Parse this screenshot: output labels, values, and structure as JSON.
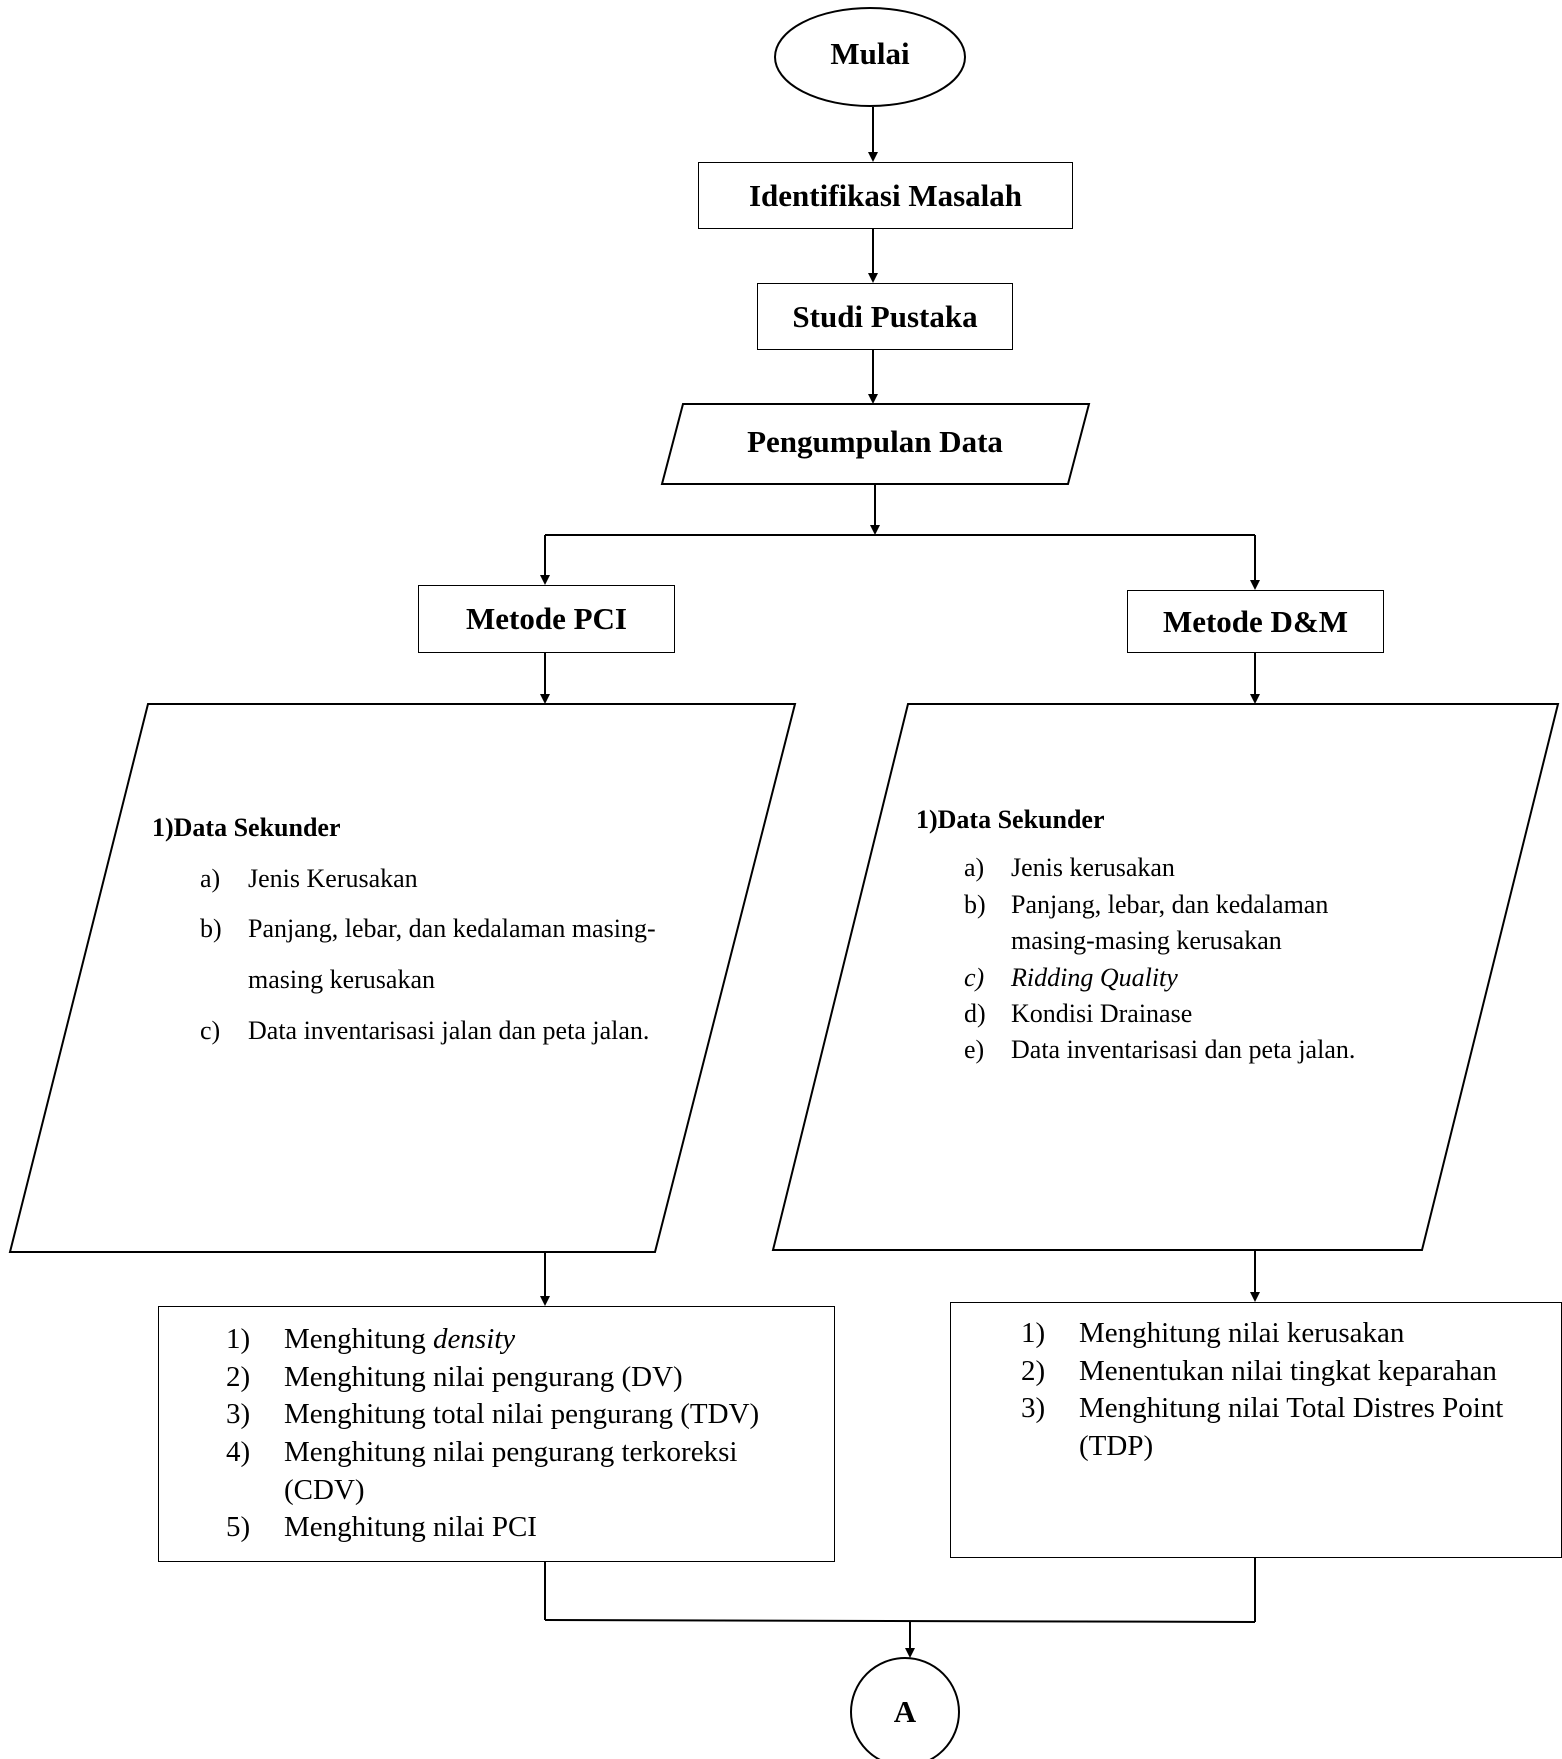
{
  "start": "Mulai",
  "steps": {
    "identify": "Identifikasi Masalah",
    "literature": "Studi Pustaka",
    "collect": "Pengumpulan Data"
  },
  "left": {
    "method": "Metode PCI",
    "data_heading": "1)Data Sekunder",
    "data_items": [
      {
        "marker": "a)",
        "text": "Jenis Kerusakan"
      },
      {
        "marker": "b)",
        "text": "Panjang, lebar, dan kedalaman masing-masing kerusakan"
      },
      {
        "marker": "c)",
        "text": "Data inventarisasi jalan dan peta jalan."
      }
    ],
    "steps": [
      {
        "marker": "1)",
        "text": "Menghitung ",
        "em": "density"
      },
      {
        "marker": "2)",
        "text": "Menghitung nilai pengurang (DV)"
      },
      {
        "marker": "3)",
        "text": "Menghitung total nilai pengurang (TDV)"
      },
      {
        "marker": "4)",
        "text": "Menghitung nilai pengurang terkoreksi (CDV)"
      },
      {
        "marker": "5)",
        "text": "Menghitung nilai PCI"
      }
    ]
  },
  "right": {
    "method": "Metode D&M",
    "data_heading": "1)Data Sekunder",
    "data_items": [
      {
        "marker": "a)",
        "text": "Jenis kerusakan"
      },
      {
        "marker": "b)",
        "text": "Panjang, lebar, dan kedalaman masing-masing kerusakan"
      },
      {
        "marker": "c)",
        "text": "Ridding Quality",
        "italic": true
      },
      {
        "marker": "d)",
        "text": "Kondisi Drainase"
      },
      {
        "marker": "e)",
        "text": "Data inventarisasi dan peta jalan."
      }
    ],
    "steps": [
      {
        "marker": "1)",
        "text": "Menghitung nilai kerusakan"
      },
      {
        "marker": "2)",
        "text": "Menentukan nilai tingkat keparahan"
      },
      {
        "marker": "3)",
        "text": "Menghitung nilai Total Distres Point (TDP)"
      }
    ]
  },
  "connector": "A",
  "colors": {
    "line": "#000000",
    "background": "#ffffff"
  }
}
